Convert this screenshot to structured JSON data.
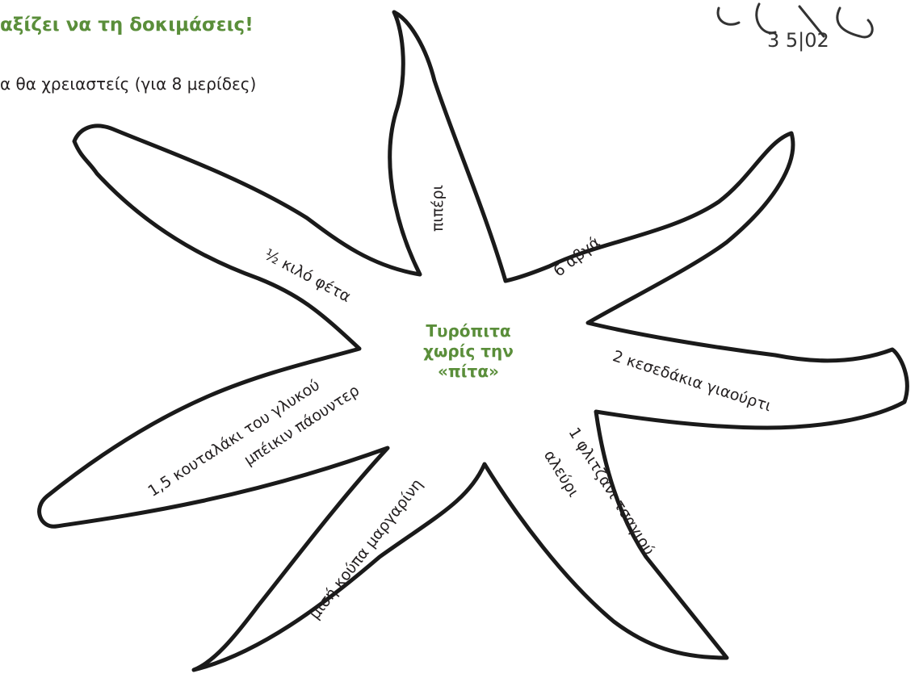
{
  "header": {
    "title": "αξίζει να τη δοκιμάσεις!",
    "subtitle": "α θα χρειαστείς (για 8 μερίδες)"
  },
  "recipe": {
    "title_lines": [
      "Τυρόπιτα",
      "χωρίς την",
      "«πίτα»"
    ],
    "ingredients": [
      "πιπέρι",
      "6 αβγά",
      "2 κεσεδάκια γιαούρτι",
      "1 φλιτζάνι τσαγιού",
      "αλεύρι",
      "μισή κούπα μαργαρίνη",
      "1,5 κουταλάκι του γλυκού",
      "μπέικιν πάουντερ",
      "½ κιλό φέτα"
    ]
  },
  "sketch": {
    "text": "3 5|02"
  },
  "colors": {
    "accent": "#5a8e3a",
    "ink": "#1a1a1a"
  }
}
